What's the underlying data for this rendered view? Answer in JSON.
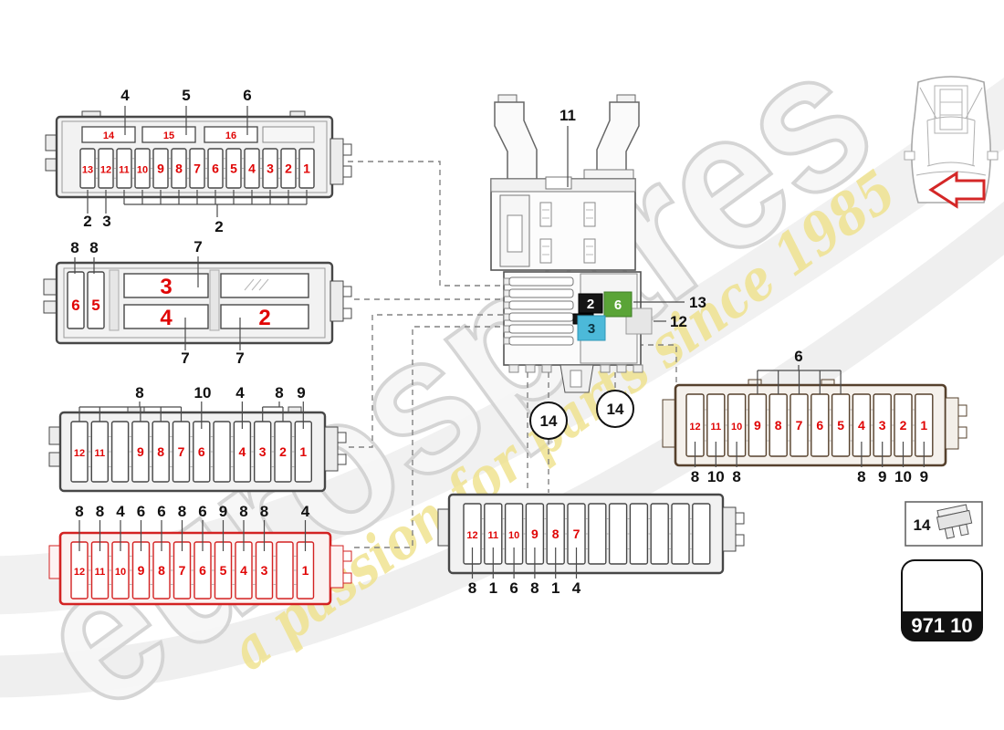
{
  "colors": {
    "red": "#e00505",
    "panel_dark": "#474747",
    "panel_red": "#d32222",
    "panel_brown": "#56412d",
    "fuse_black": "#151515",
    "fuse_green": "#5aa437",
    "fuse_cyan": "#4cb9d9",
    "arrow_red": "#d42727"
  },
  "watermark": {
    "brand": "eurospares",
    "tagline": "a passion for parts since 1985"
  },
  "panels": {
    "panel1": {
      "relay_labels": [
        "14",
        "15",
        "16"
      ],
      "relay_callouts": [
        "4",
        "5",
        "6"
      ],
      "fuse_labels": [
        "13",
        "12",
        "11",
        "10",
        "9",
        "8",
        "7",
        "6",
        "5",
        "4",
        "3",
        "2",
        "1"
      ],
      "callout_fuse13": "2",
      "callout_fuse12": "3",
      "callout_group": "2"
    },
    "panel2": {
      "small_fuse_labels": [
        "6",
        "5"
      ],
      "small_fuse_callouts": [
        "8",
        "8"
      ],
      "slot_labels": [
        "3",
        "4",
        "2"
      ],
      "slot_top_callout": "7",
      "slot_bottom_callouts": [
        "7",
        "7"
      ]
    },
    "panel3": {
      "fuse_labels": [
        "12",
        "11",
        "",
        "9",
        "8",
        "7",
        "6",
        "",
        "4",
        "3",
        "2",
        "1"
      ],
      "above_callouts": [
        "8",
        "10",
        "4",
        "8",
        "9"
      ]
    },
    "panel4": {
      "fuse_labels": [
        "12",
        "11",
        "10",
        "9",
        "8",
        "7",
        "6",
        "5",
        "4",
        "3",
        "",
        "1"
      ],
      "above_callouts": [
        "8",
        "8",
        "4",
        "6",
        "6",
        "8",
        "6",
        "9",
        "8",
        "8",
        "4"
      ]
    },
    "panel5": {
      "fuse_labels": [
        "12",
        "11",
        "10",
        "9",
        "8",
        "7",
        "",
        "",
        "",
        "",
        "",
        ""
      ],
      "below_callouts": [
        "8",
        "1",
        "6",
        "8",
        "1",
        "4"
      ]
    },
    "panel6": {
      "fuse_labels": [
        "12",
        "11",
        "10",
        "9",
        "8",
        "7",
        "6",
        "5",
        "4",
        "3",
        "2",
        "1"
      ],
      "above_callout": "6",
      "below_callouts_left": [
        "8",
        "10",
        "8"
      ],
      "below_callouts_right": [
        "8",
        "9",
        "10",
        "9"
      ]
    }
  },
  "center": {
    "bracket_callout": "11",
    "black_fuse": "2",
    "green_fuse": "6",
    "cyan_fuse": "3",
    "green_ref": "13",
    "box_ref": "12",
    "circle_callouts": [
      "14",
      "14"
    ]
  },
  "legend": {
    "ref": "14"
  },
  "part_code": "971 10"
}
